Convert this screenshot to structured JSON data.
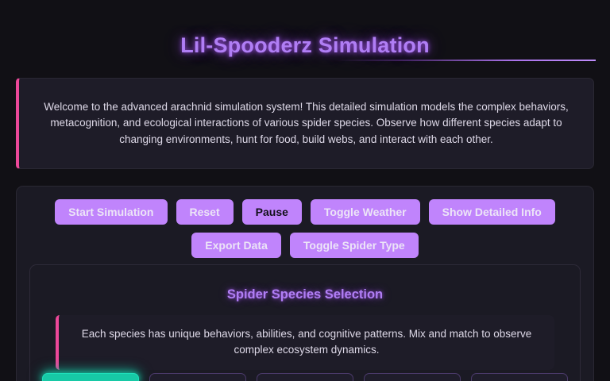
{
  "header": {
    "title": "Lil-Spooderz Simulation"
  },
  "welcome": {
    "text": "Welcome to the advanced arachnid simulation system! This detailed simulation models the complex behaviors, metacognition, and ecological interactions of various spider species. Observe how different species adapt to changing environments, hunt for food, build webs, and interact with each other."
  },
  "controls": {
    "rows": [
      [
        {
          "label": "Start Simulation",
          "state": "normal"
        },
        {
          "label": "Reset",
          "state": "normal"
        },
        {
          "label": "Pause",
          "state": "dark"
        },
        {
          "label": "Toggle Weather",
          "state": "normal"
        },
        {
          "label": "Show Detailed Info",
          "state": "normal"
        }
      ],
      [
        {
          "label": "Export Data",
          "state": "normal"
        },
        {
          "label": "Toggle Spider Type",
          "state": "normal"
        }
      ]
    ]
  },
  "species": {
    "title": "Spider Species Selection",
    "note": "Each species has unique behaviors, abilities, and cognitive patterns. Mix and match to observe complex ecosystem dynamics.",
    "cards": [
      {
        "selected": true
      },
      {
        "selected": false
      },
      {
        "selected": false
      },
      {
        "selected": false
      },
      {
        "selected": false
      }
    ]
  },
  "colors": {
    "page_background": "#111015",
    "panel_background": "#1b1a24",
    "accent_purple": "#b07ef5",
    "button_purple": "#c084fc",
    "note_border_pink": "#ec4899",
    "selected_card_teal": "#17c9a6"
  }
}
